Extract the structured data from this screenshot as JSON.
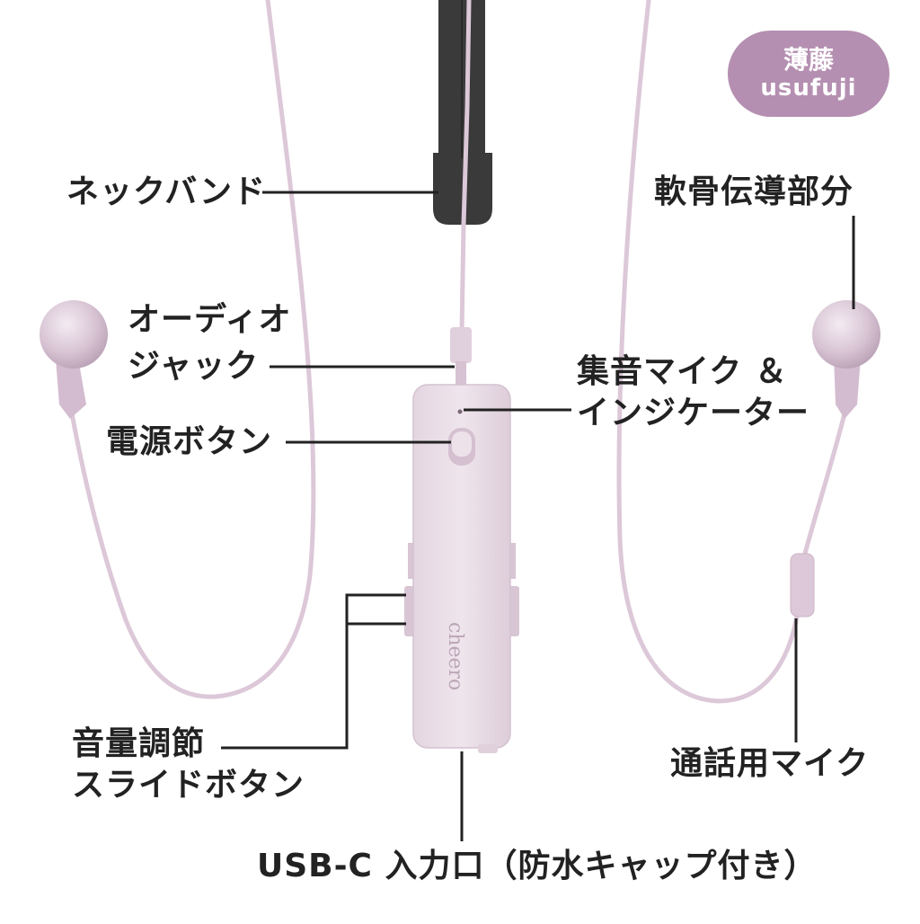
{
  "badge": {
    "name_ja": "薄藤",
    "name_romaji": "usufuji",
    "color": "#b58fb1"
  },
  "device": {
    "brand": "cheero",
    "body_color": "#e8dce6",
    "cable_color": "#dcc8d8",
    "strap_color": "#3a3a3a"
  },
  "labels": {
    "neckband": "ネックバンド",
    "audio_jack_line1": "オーディオ",
    "audio_jack_line2": "ジャック",
    "power_button": "電源ボタン",
    "mic_indicator_line1": "集音マイク ＆",
    "mic_indicator_line2": "インジケーター",
    "cartilage_conduction": "軟骨伝導部分",
    "volume_line1": "音量調節",
    "volume_line2": "スライドボタン",
    "call_mic": "通話用マイク",
    "usb_port": "USB-C 入力口（防水キャップ付き）"
  }
}
